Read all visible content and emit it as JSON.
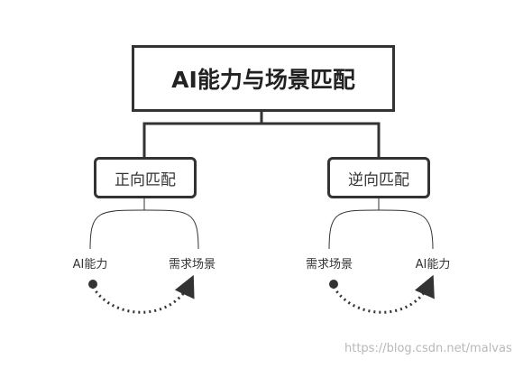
{
  "title": "AI能力与场景匹配",
  "branches": [
    {
      "label": "正向匹配",
      "from": "AI能力",
      "to": "需求场景"
    },
    {
      "label": "逆向匹配",
      "from": "需求场景",
      "to": "AI能力"
    }
  ],
  "watermark": "https://blog.csdn.net/malvas",
  "colors": {
    "stroke": "#333333",
    "text": "#222222",
    "watermark": "#b8b8b8"
  }
}
